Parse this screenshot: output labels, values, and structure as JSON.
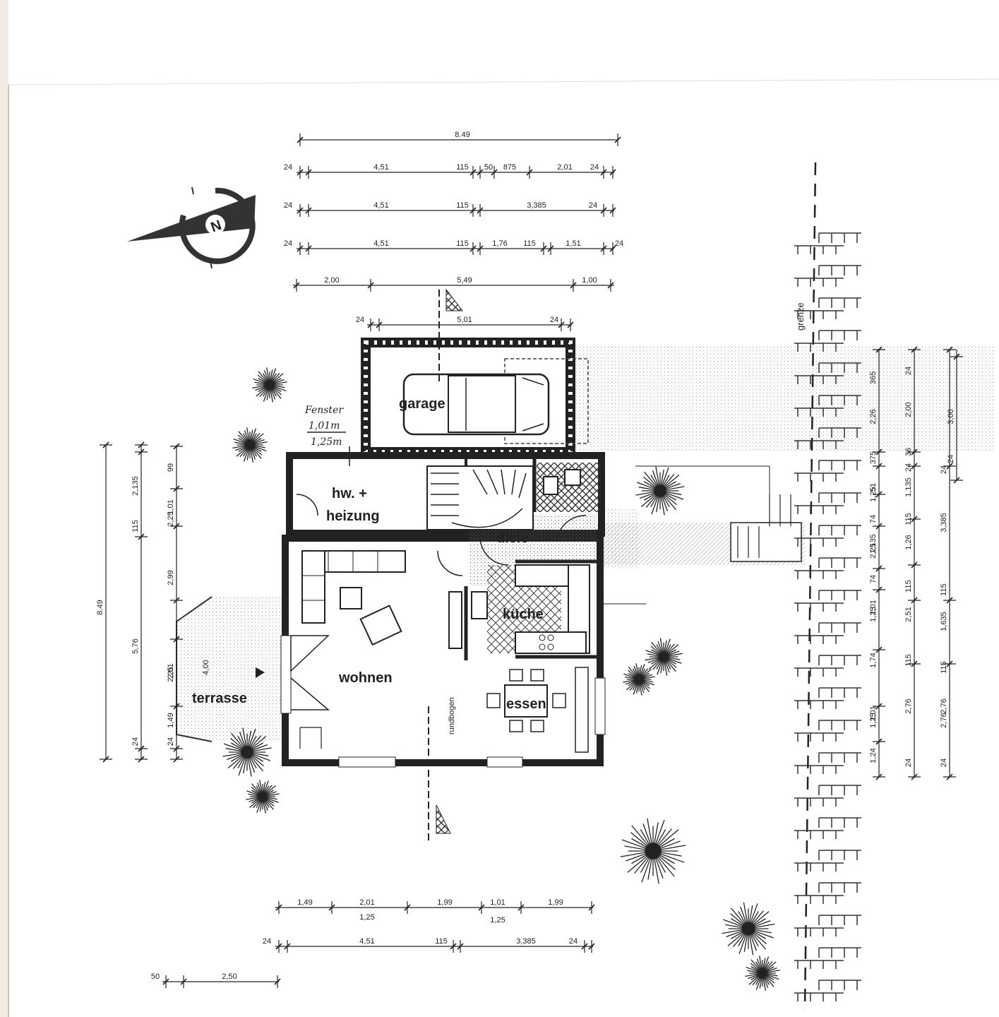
{
  "rooms": {
    "garage": "garage",
    "hw": "hw. +",
    "heizung": "heizung",
    "diele": "diele",
    "kueche": "küche",
    "wohnen": "wohnen",
    "essen": "essen",
    "terrasse": "terrasse",
    "rundbogen": "rundbogen"
  },
  "grenze": "grenze",
  "handwritten": {
    "line1": "Fenster",
    "line2": "1,01m",
    "line3": "1,25m"
  },
  "compass_letter": "N",
  "dims_top": {
    "row1": [
      "8.49"
    ],
    "row2": [
      "24",
      "4,51",
      "115",
      "50",
      "875",
      "2,01",
      "24"
    ],
    "row3": [
      "24",
      "4,51",
      "115",
      "3,385",
      "24"
    ],
    "row4": [
      "24",
      "4,51",
      "115",
      "1,76",
      "115",
      "1,51",
      "24"
    ],
    "row5": [
      "2,00",
      "5,49",
      "1,00"
    ],
    "row6": [
      "24",
      "5,01",
      "24"
    ]
  },
  "dims_bottom": {
    "row1": [
      "1,49",
      "2,01",
      "1,25",
      "1,99",
      "1,01",
      "1,25",
      "1,99"
    ],
    "row2": [
      "24",
      "4,51",
      "115",
      "3,385",
      "24"
    ],
    "row3": [
      "50",
      "2,50"
    ]
  },
  "dims_left": {
    "outer": "8.49",
    "mid": [
      "5,76",
      "24",
      "2,135",
      "115"
    ],
    "inner": [
      "99",
      "1,01",
      "2,25",
      "2,99",
      "2,01",
      "2,25",
      "1,49",
      "24",
      "4,00"
    ]
  },
  "dims_right": {
    "col1": [
      "365",
      "2,26",
      "375",
      "51",
      "1,25",
      "74",
      "1,135",
      "2,25",
      "74",
      "1,01",
      "1,25",
      "1,74",
      "1,01",
      "1,25",
      "1,24"
    ],
    "col2": [
      "24",
      "2,00",
      "24",
      "1,135",
      "115",
      "1,26",
      "115",
      "2,51",
      "115",
      "2,76",
      "24",
      "36"
    ],
    "col3": [
      "2,76",
      "24",
      "3,385",
      "115",
      "1,635",
      "115",
      "2,76",
      "24"
    ],
    "col4": [
      "3,00",
      "24"
    ]
  }
}
